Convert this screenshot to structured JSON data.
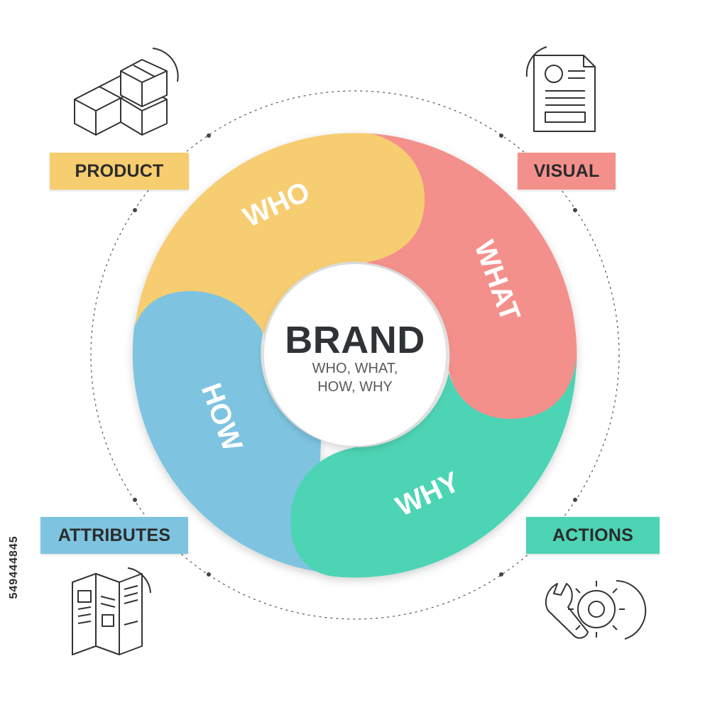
{
  "diagram": {
    "center": {
      "title": "BRAND",
      "subtitle_line1": "WHO, WHAT,",
      "subtitle_line2": "HOW, WHY"
    },
    "segments": [
      {
        "label": "WHO",
        "color": "#f6cd6f"
      },
      {
        "label": "WHAT",
        "color": "#f4908c"
      },
      {
        "label": "WHY",
        "color": "#4dd4b4"
      },
      {
        "label": "HOW",
        "color": "#7ec4e0"
      }
    ],
    "corner_labels": {
      "product": {
        "text": "PRODUCT",
        "color": "#f6cd6f",
        "icon": "boxes-icon"
      },
      "visual": {
        "text": "VISUAL",
        "color": "#f4908c",
        "icon": "document-icon"
      },
      "actions": {
        "text": "ACTIONS",
        "color": "#4dd4b4",
        "icon": "wrench-gear-icon"
      },
      "attributes": {
        "text": "ATTRIBUTES",
        "color": "#7ec4e0",
        "icon": "brochure-icon"
      }
    }
  },
  "watermark": "549444845"
}
